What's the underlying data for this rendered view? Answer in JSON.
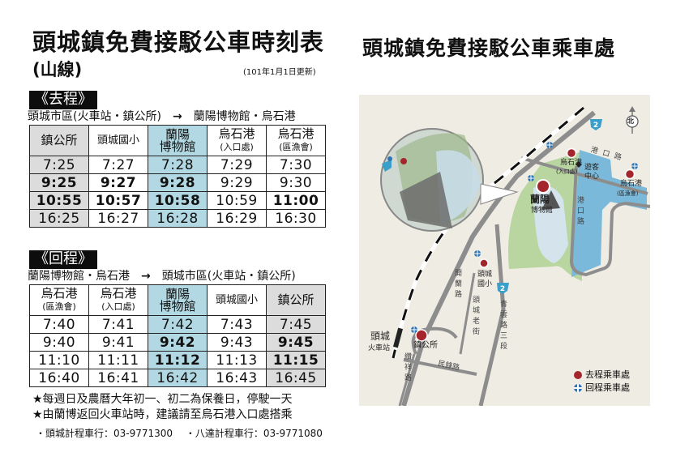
{
  "schedule": {
    "title": "頭城鎮免費接駁公車時刻表",
    "subtitle": "(山線)",
    "updated": "(101年1月1日更新)",
    "outbound": {
      "tag": "《去程》",
      "from": "頭城市區(火車站・鎮公所)",
      "arrow": "→",
      "to": "蘭陽博物館・烏石港",
      "headers": [
        {
          "line1": "鎮公所",
          "line2": ""
        },
        {
          "line1": "頭城國小",
          "line2": ""
        },
        {
          "line1": "蘭陽",
          "line2": "博物館"
        },
        {
          "line1": "烏石港",
          "line2": "(入口處)"
        },
        {
          "line1": "烏石港",
          "line2": "(區漁會)"
        }
      ],
      "rows": [
        [
          "7:25",
          "7:27",
          "7:28",
          "7:29",
          "7:30"
        ],
        [
          "9:25",
          "9:27",
          "9:28",
          "9:29",
          "9:30"
        ],
        [
          "10:55",
          "10:57",
          "10:58",
          "10:59",
          "11:00"
        ],
        [
          "16:25",
          "16:27",
          "16:28",
          "16:29",
          "16:30"
        ]
      ]
    },
    "return": {
      "tag": "《回程》",
      "from": "蘭陽博物館・烏石港",
      "arrow": "→",
      "to": "頭城市區(火車站・鎮公所)",
      "headers": [
        {
          "line1": "烏石港",
          "line2": "(區漁會)"
        },
        {
          "line1": "烏石港",
          "line2": "(入口處)"
        },
        {
          "line1": "蘭陽",
          "line2": "博物館"
        },
        {
          "line1": "頭城國小",
          "line2": ""
        },
        {
          "line1": "鎮公所",
          "line2": ""
        }
      ],
      "rows": [
        [
          "7:40",
          "7:41",
          "7:42",
          "7:43",
          "7:45"
        ],
        [
          "9:40",
          "9:41",
          "9:42",
          "9:43",
          "9:45"
        ],
        [
          "11:10",
          "11:11",
          "11:12",
          "11:13",
          "11:15"
        ],
        [
          "16:40",
          "16:41",
          "16:42",
          "16:43",
          "16:45"
        ]
      ]
    },
    "notes": [
      "★每週日及農曆大年初一、初二為保養日，停駛一天",
      "★由蘭博返回火車站時，建議請至烏石港入口處搭乘"
    ],
    "taxis": [
      "・頭城計程車行：03-9771300",
      "・八達計程車行：03-9771080"
    ]
  },
  "map": {
    "title": "頭城鎮免費接駁公車乘車處",
    "north": "北",
    "route_shield": "2",
    "labels": {
      "museum_line1": "蘭陽",
      "museum_line2": "博物館",
      "wushi_entrance": "烏石港",
      "wushi_entrance_sub": "(入口處)",
      "visitor_center_1": "遊客",
      "visitor_center_2": "中心",
      "wushi_fishery": "烏石港",
      "wushi_fishery_sub": "(區漁會)",
      "port_road_h": "港口路",
      "port_road_v": "港口路",
      "school_1": "頭城",
      "school_2": "國小",
      "kailan_road": "開蘭路",
      "old_street": "頭城老街",
      "qingyun_road": "青雲路三段",
      "station_1": "頭城",
      "station_2": "火車站",
      "town_office": "鎮公所",
      "xunxiang_road": "纘祥路",
      "minyi_road": "民鋒路"
    },
    "legend": [
      {
        "icon": "red-dot",
        "label": "去程乘車處",
        "color": "#a4262c"
      },
      {
        "icon": "blue-cross-dot",
        "label": "回程乘車處",
        "color": "#2d74b5"
      }
    ]
  }
}
